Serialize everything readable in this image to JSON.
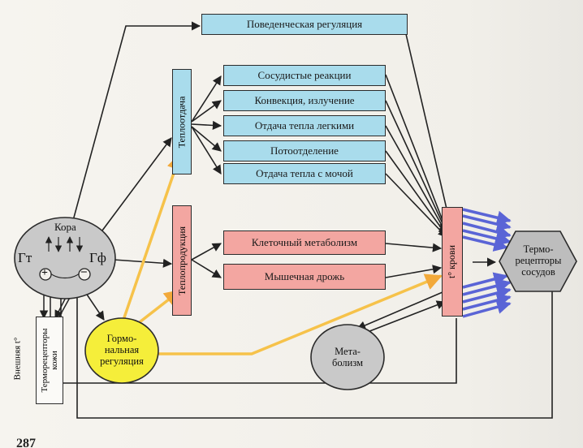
{
  "boxes": {
    "behavioral": "Поведенческая регуляция",
    "vascular": "Сосудистые реакции",
    "convection": "Конвекция, излучение",
    "lungs": "Отдача тепла легкими",
    "sweat": "Потоотделение",
    "urine": "Отдача тепла с мочой",
    "cell_metabolism": "Клеточный метаболизм",
    "shivering": "Мышечная дрожь"
  },
  "vertical": {
    "heat_release": "Теплоотдача",
    "heat_production": "Теплопродукция",
    "blood_temp": "t° крови"
  },
  "cortex": {
    "label": "Кора",
    "left": "Гт",
    "right": "Гф",
    "plus": "+",
    "minus": "−"
  },
  "skin": {
    "line1": "Терморецепторы",
    "line2": "кожи"
  },
  "external_temp": "Внешняя t°",
  "hormonal": {
    "line1": "Гормо-",
    "line2": "нальная",
    "line3": "регуляция"
  },
  "metabolism": {
    "line1": "Мета-",
    "line2": "болизм"
  },
  "vessels": {
    "line1": "Термо-",
    "line2": "рецепторы",
    "line3": "сосудов"
  },
  "page_number": "287",
  "colors": {
    "blue_box": "#a9dcec",
    "red_box": "#f3a6a1",
    "hormonal": "#f5ee3a",
    "grey_node": "#c9c9c9",
    "yellow_arrow": "#f6c24a",
    "blue_arrow": "#5a64d6"
  }
}
